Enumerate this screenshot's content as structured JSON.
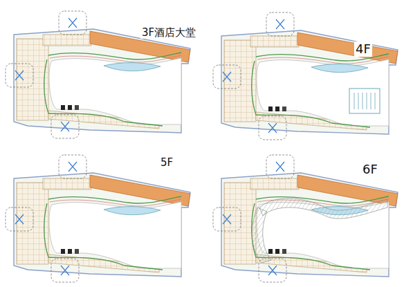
{
  "diagram": {
    "labels": [
      "3F酒店大堂",
      "4F",
      "5F",
      "6F"
    ]
  }
}
